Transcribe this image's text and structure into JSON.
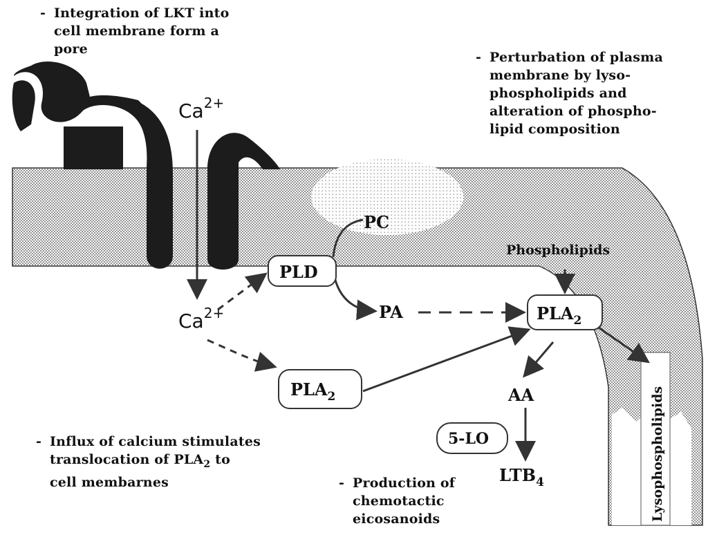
{
  "notes": {
    "integration": {
      "bullet": "-",
      "line1": "Integration of LKT into",
      "line2": "cell membrane form a",
      "line3": "pore"
    },
    "perturbation": {
      "bullet": "-",
      "line1": "Perturbation of plasma",
      "line2": "membrane by lyso-",
      "line3": "phospholipids and",
      "line4": "alteration of phospho-",
      "line5": "lipid composition"
    },
    "influx": {
      "bullet": "-",
      "line1a": "Influx of calcium stimulates",
      "line2a": "translocation of PLA",
      "line2sub": "2",
      "line2b": " to",
      "line3a": "cell membarnes"
    },
    "production": {
      "bullet": "-",
      "line1": "Production of",
      "line2": "chemotactic",
      "line3": "eicosanoids"
    }
  },
  "labels": {
    "ca_top": "Ca",
    "ca_top_sup": "2+",
    "ca_mid": "Ca",
    "ca_mid_sup": "2+",
    "pc": "PC",
    "pld": "PLD",
    "pa": "PA",
    "pla2_right": "PLA",
    "pla2_right_sub": "2",
    "pla2_left": "PLA",
    "pla2_left_sub": "2",
    "phospholipids": "Phospholipids",
    "aa": "AA",
    "five_lo": "5-LO",
    "ltb4": "LTB",
    "ltb4_sub": "4",
    "lysophospholipids": "Lysophospholipids"
  }
}
